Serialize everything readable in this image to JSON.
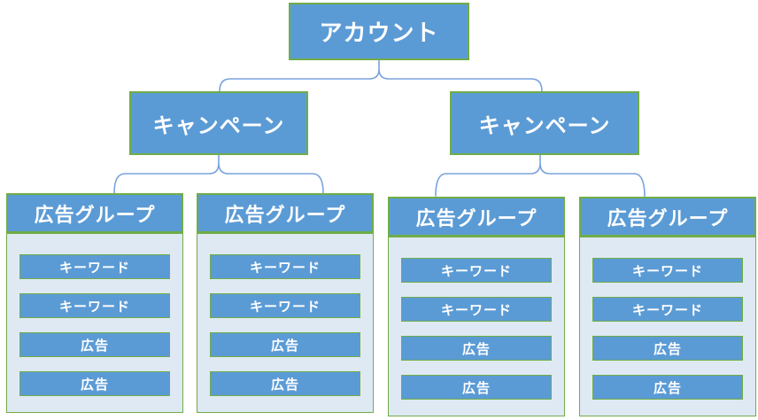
{
  "diagram": {
    "title": "ad-account-structure",
    "account": {
      "label": "アカウント"
    },
    "campaigns": [
      {
        "label": "キャンペーン"
      },
      {
        "label": "キャンペーン"
      }
    ],
    "ad_groups": [
      {
        "label": "広告グループ",
        "items": [
          "キーワード",
          "キーワード",
          "広告",
          "広告"
        ]
      },
      {
        "label": "広告グループ",
        "items": [
          "キーワード",
          "キーワード",
          "広告",
          "広告"
        ]
      },
      {
        "label": "広告グループ",
        "items": [
          "キーワード",
          "キーワード",
          "広告",
          "広告"
        ]
      },
      {
        "label": "広告グループ",
        "items": [
          "キーワード",
          "キーワード",
          "広告",
          "広告"
        ]
      }
    ],
    "colors": {
      "box_fill": "#5b9bd5",
      "box_border": "#70ad47",
      "panel_fill": "#dee9f4",
      "connector": "#7aa3dc",
      "text": "#ffffff"
    }
  }
}
